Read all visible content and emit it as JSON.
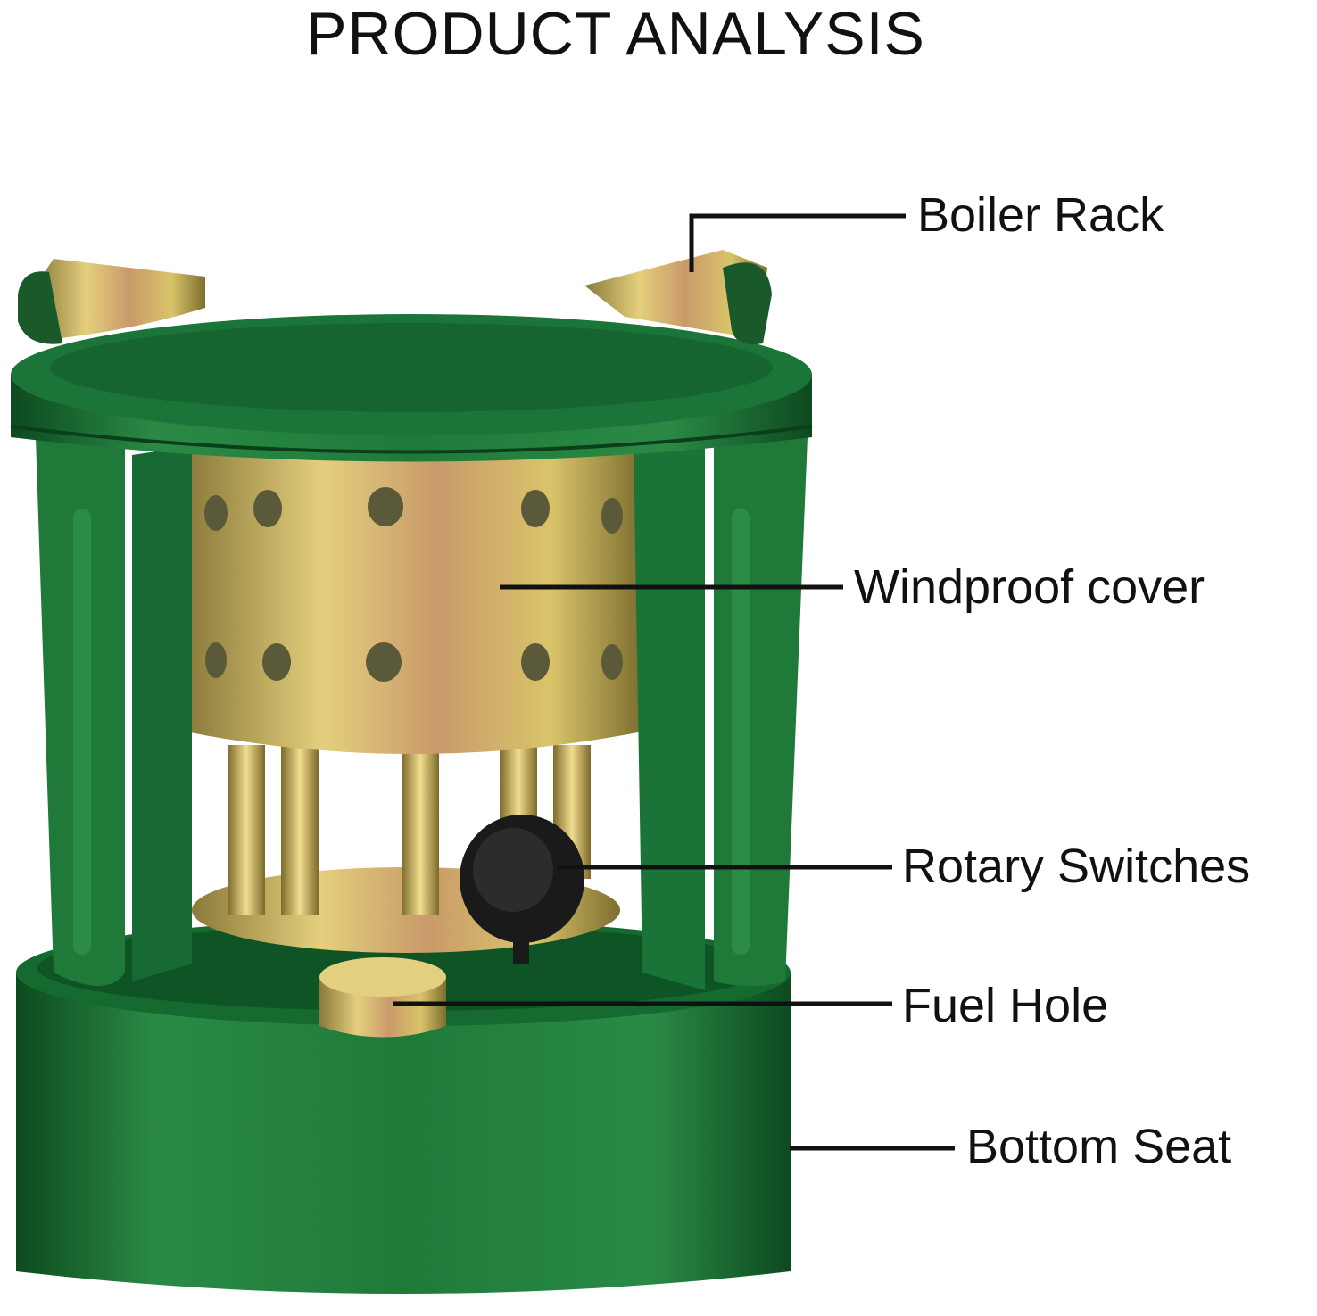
{
  "title": "PRODUCT ANALYSIS",
  "callouts": {
    "boiler_rack": "Boiler Rack",
    "windproof_cover": "Windproof cover",
    "rotary_switches": "Rotary Switches",
    "fuel_hole": "Fuel Hole",
    "bottom_seat": "Bottom Seat"
  },
  "colors": {
    "stove_green": "#1f7a3a",
    "stove_green_dark": "#0f4d22",
    "brass": "#c9a94a",
    "knob": "#1a1a1a",
    "leader_line": "#111111"
  }
}
